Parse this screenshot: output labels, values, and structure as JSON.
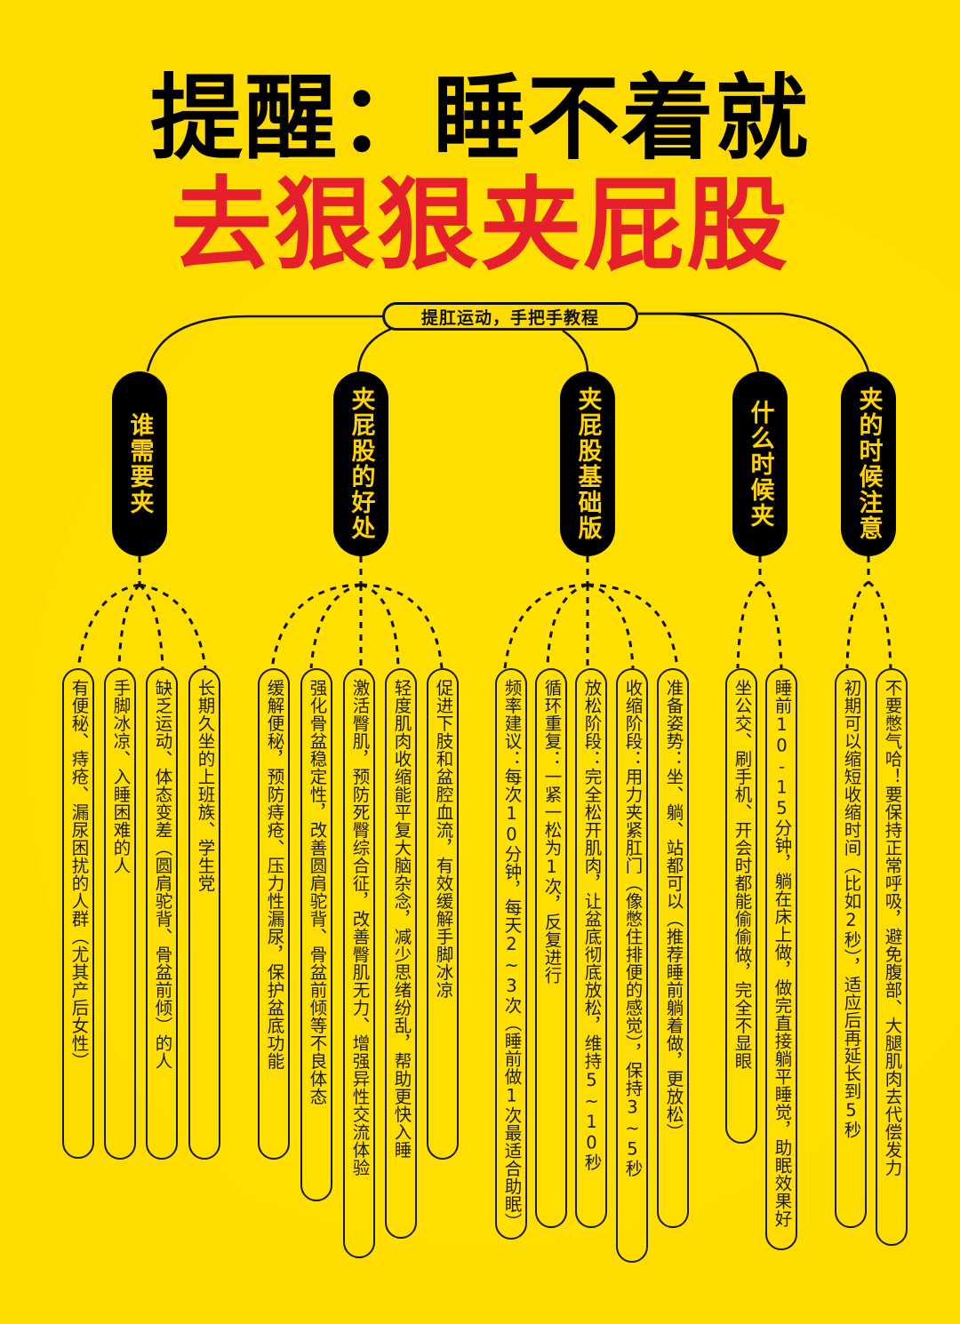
{
  "colors": {
    "background": "#FFDC00",
    "title_primary": "#000000",
    "title_accent": "#E5202A",
    "category_fill": "#000000",
    "category_text": "#FFD400",
    "line": "#111111"
  },
  "title": {
    "line1": "提醒：睡不着就",
    "line2": "去狠狠夹屁股"
  },
  "root": {
    "label": "提肛运动，手把手教程"
  },
  "categories": [
    {
      "label": "谁需要夹",
      "items": [
        "有便秘、痔疮、漏尿困扰的人群（尤其产后女性）",
        "手脚冰凉、入睡困难的人",
        "缺乏运动、体态变差（圆肩驼背、骨盆前倾）的人",
        "长期久坐的上班族、学生党"
      ]
    },
    {
      "label": "夹屁股的好处",
      "items": [
        "缓解便秘，预防痔疮、压力性漏尿，保护盆底功能",
        "强化骨盆稳定性，改善圆肩驼背、骨盆前倾等不良体态",
        "激活臀肌，预防死臀综合征，改善臀肌无力、增强异性交流体验",
        "轻度肌肉收缩能平复大脑杂念，减少思绪纷乱，帮助更快入睡",
        "促进下肢和盆腔血流，有效缓解手脚冰凉"
      ]
    },
    {
      "label": "夹屁股基础版",
      "items": [
        "频率建议：每次10分钟，每天2~3次（睡前做1次最适合助眠）",
        "循环重复：一紧一松为1次，反复进行",
        "放松阶段：完全松开肌肉，让盆底彻底放松，维持5~10秒",
        "收缩阶段：用力夹紧肛门（像憋住排便的感觉），保持3~5秒",
        "准备姿势：坐、躺、站都可以（推荐睡前躺着做，更放松）"
      ]
    },
    {
      "label": "什么时候夹",
      "items": [
        "坐公交、刷手机、开会时都能偷偷做，完全不显眼",
        "睡前10-15分钟，躺在床上做，做完直接躺平睡觉，助眠效果好"
      ]
    },
    {
      "label": "夹的时候注意",
      "items": [
        "初期可以缩短收缩时间（比如2秒），适应后再延长到5秒",
        "不要憋气哈！要保持正常呼吸，避免腹部、大腿肌肉去代偿发力"
      ]
    }
  ]
}
